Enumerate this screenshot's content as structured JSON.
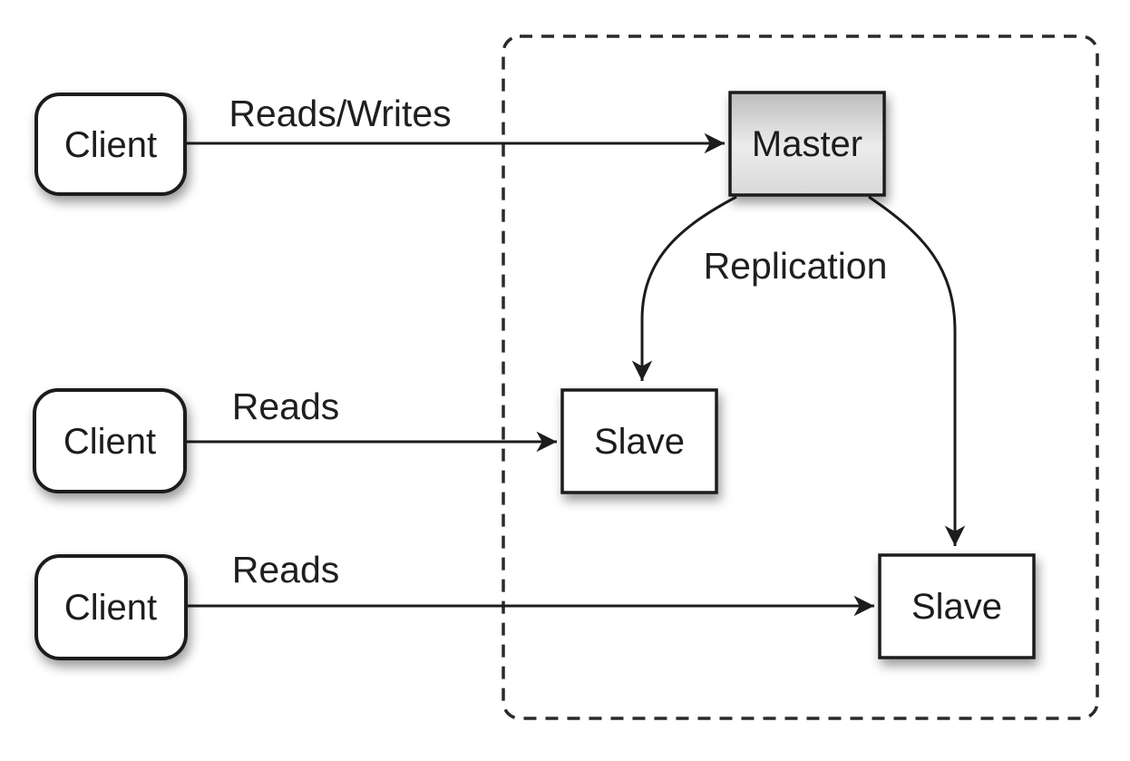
{
  "colors": {
    "line": "#1c1c1c",
    "node_fill": "#ffffff",
    "master_gradient_top": "#bdbdbd",
    "master_gradient_mid": "#ececec",
    "master_gradient_bottom": "#d9d9d9",
    "background": "#ffffff"
  },
  "nodes": {
    "client1": {
      "label": "Client"
    },
    "client2": {
      "label": "Client"
    },
    "client3": {
      "label": "Client"
    },
    "master": {
      "label": "Master"
    },
    "slave1": {
      "label": "Slave"
    },
    "slave2": {
      "label": "Slave"
    }
  },
  "edges": {
    "client1_master": {
      "label": "Reads/Writes"
    },
    "client2_slave1": {
      "label": "Reads"
    },
    "client3_slave2": {
      "label": "Reads"
    },
    "replication": {
      "label": "Replication"
    }
  }
}
